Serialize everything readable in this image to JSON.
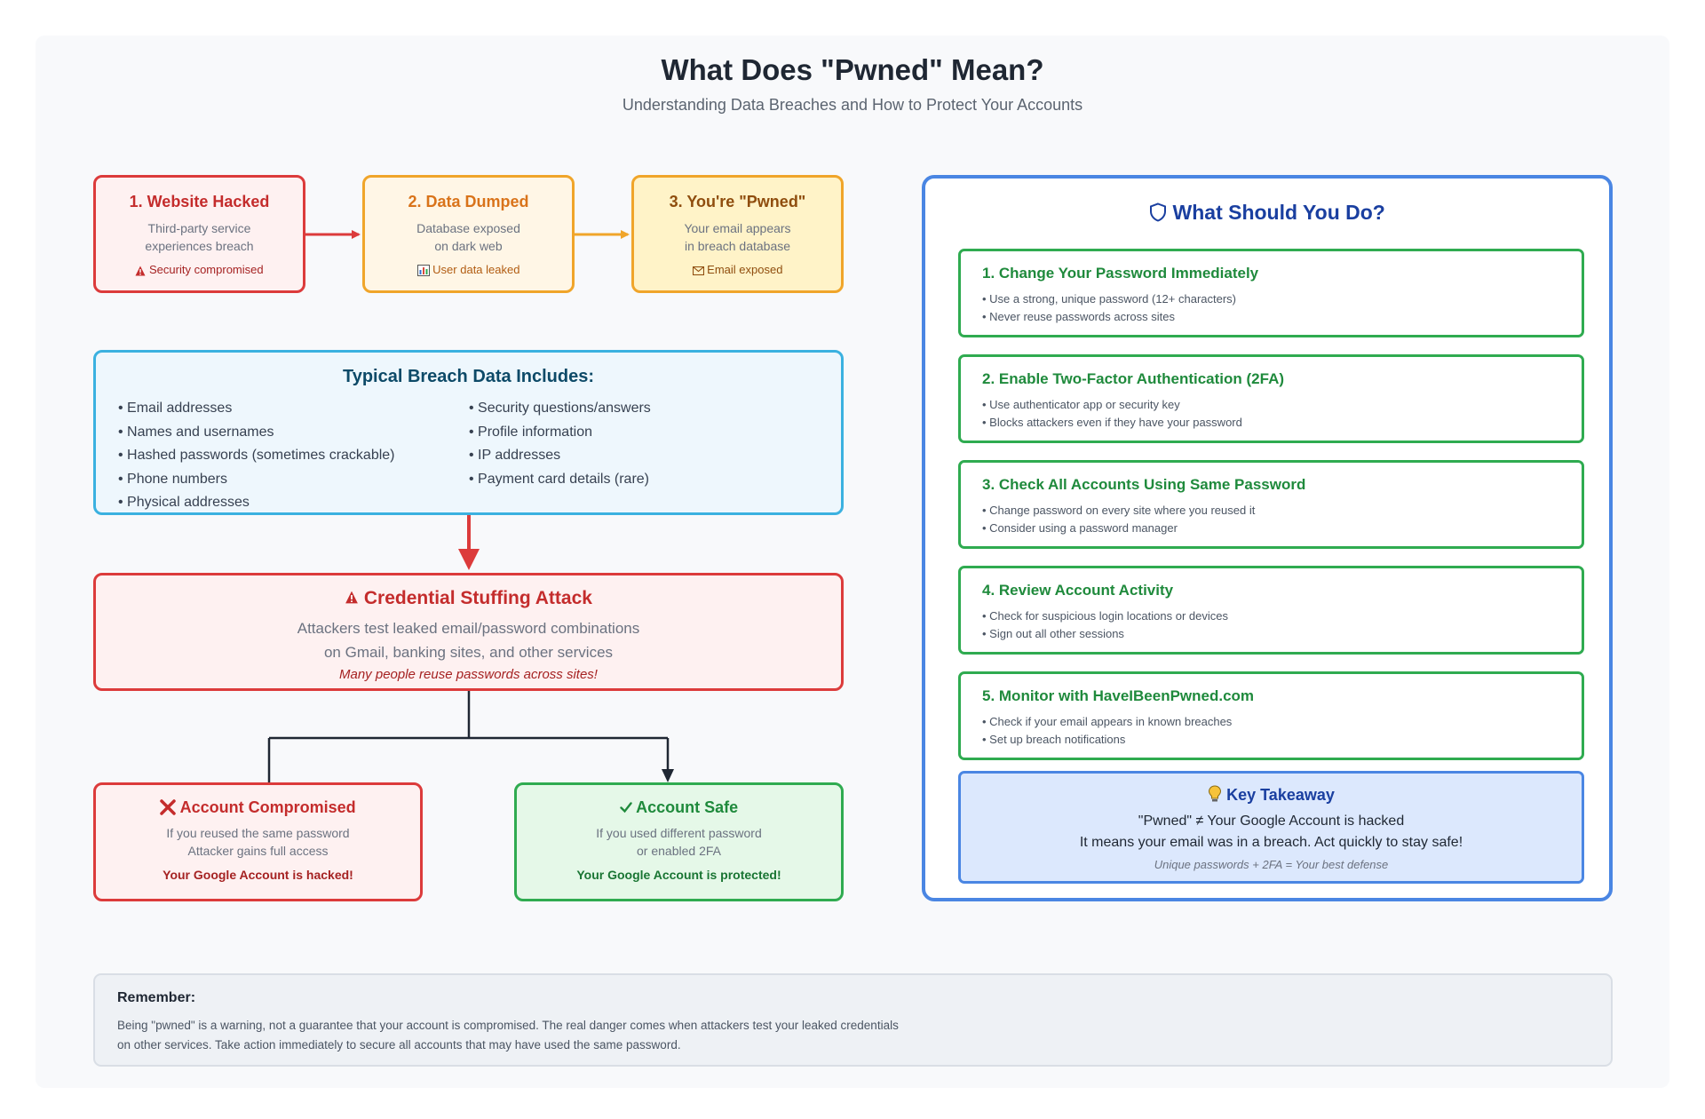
{
  "header": {
    "title": "What Does \"Pwned\" Mean?",
    "subtitle": "Understanding Data Breaches and How to Protect Your Accounts"
  },
  "steps": [
    {
      "title": "1. Website Hacked",
      "line1": "Third-party service",
      "line2": "experiences breach",
      "tag": "Security compromised",
      "tag_icon": "warning-icon"
    },
    {
      "title": "2. Data Dumped",
      "line1": "Database exposed",
      "line2": "on dark web",
      "tag": "User data leaked",
      "tag_icon": "chart-icon"
    },
    {
      "title": "3. You're \"Pwned\"",
      "line1": "Your email appears",
      "line2": "in breach database",
      "tag": "Email exposed",
      "tag_icon": "envelope-icon"
    }
  ],
  "breach_data": {
    "title": "Typical Breach Data Includes:",
    "col1": [
      "Email addresses",
      "Names and usernames",
      "Hashed passwords (sometimes crackable)",
      "Phone numbers",
      "Physical addresses"
    ],
    "col2": [
      "Security questions/answers",
      "Profile information",
      "IP addresses",
      "Payment card details (rare)"
    ]
  },
  "attack": {
    "title": "Credential Stuffing Attack",
    "line1": "Attackers test leaked email/password combinations",
    "line2": "on Gmail, banking sites, and other services",
    "note": "Many people reuse passwords across sites!"
  },
  "outcomes": {
    "bad": {
      "title": "Account Compromised",
      "line1": "If you reused the same password",
      "line2": "Attacker gains full access",
      "result": "Your Google Account is hacked!"
    },
    "good": {
      "title": "Account Safe",
      "line1": "If you used different password",
      "line2": "or enabled 2FA",
      "result": "Your Google Account is protected!"
    }
  },
  "actions_panel": {
    "title": "What Should You Do?",
    "items": [
      {
        "title": "1. Change Your Password Immediately",
        "bullets": [
          "Use a strong, unique password (12+ characters)",
          "Never reuse passwords across sites"
        ]
      },
      {
        "title": "2. Enable Two-Factor Authentication (2FA)",
        "bullets": [
          "Use authenticator app or security key",
          "Blocks attackers even if they have your password"
        ]
      },
      {
        "title": "3. Check All Accounts Using Same Password",
        "bullets": [
          "Change password on every site where you reused it",
          "Consider using a password manager"
        ]
      },
      {
        "title": "4. Review Account Activity",
        "bullets": [
          "Check for suspicious login locations or devices",
          "Sign out all other sessions"
        ]
      },
      {
        "title": "5. Monitor with HaveIBeenPwned.com",
        "bullets": [
          "Check if your email appears in known breaches",
          "Set up breach notifications"
        ]
      }
    ],
    "takeaway": {
      "title": "Key Takeaway",
      "line1": "\"Pwned\" ≠ Your Google Account is hacked",
      "line2": "It means your email was in a breach. Act quickly to stay safe!",
      "note": "Unique passwords + 2FA = Your best defense"
    }
  },
  "remember": {
    "title": "Remember:",
    "text": "Being \"pwned\" is a warning, not a guarantee that your account is compromised. The real danger comes when attackers test your leaked credentials on other services. Take action immediately to secure all accounts that may have used the same password."
  },
  "colors": {
    "danger": "#dc3b3b",
    "warning": "#f0a52a",
    "info": "#3bb1e0",
    "success": "#2fab50",
    "primary": "#4a86e3",
    "connector": "#1f2733"
  }
}
